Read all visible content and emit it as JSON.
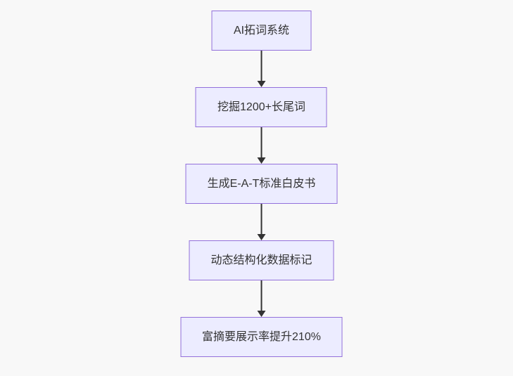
{
  "canvas": {
    "background_color": "#f8f8f8"
  },
  "flowchart": {
    "type": "flowchart",
    "direction": "top-down",
    "node_fill_color": "#ececff",
    "node_border_color": "#9370db",
    "node_text_color": "#333333",
    "arrow_color": "#333333",
    "nodes": [
      {
        "label": "AI拓词系统"
      },
      {
        "label": "挖掘1200+长尾词"
      },
      {
        "label": "生成E-A-T标准白皮书"
      },
      {
        "label": "动态结构化数据标记"
      },
      {
        "label": "富摘要展示率提升210%"
      }
    ],
    "edges": [
      {
        "from": 0,
        "to": 1
      },
      {
        "from": 1,
        "to": 2
      },
      {
        "from": 2,
        "to": 3
      },
      {
        "from": 3,
        "to": 4
      }
    ]
  }
}
